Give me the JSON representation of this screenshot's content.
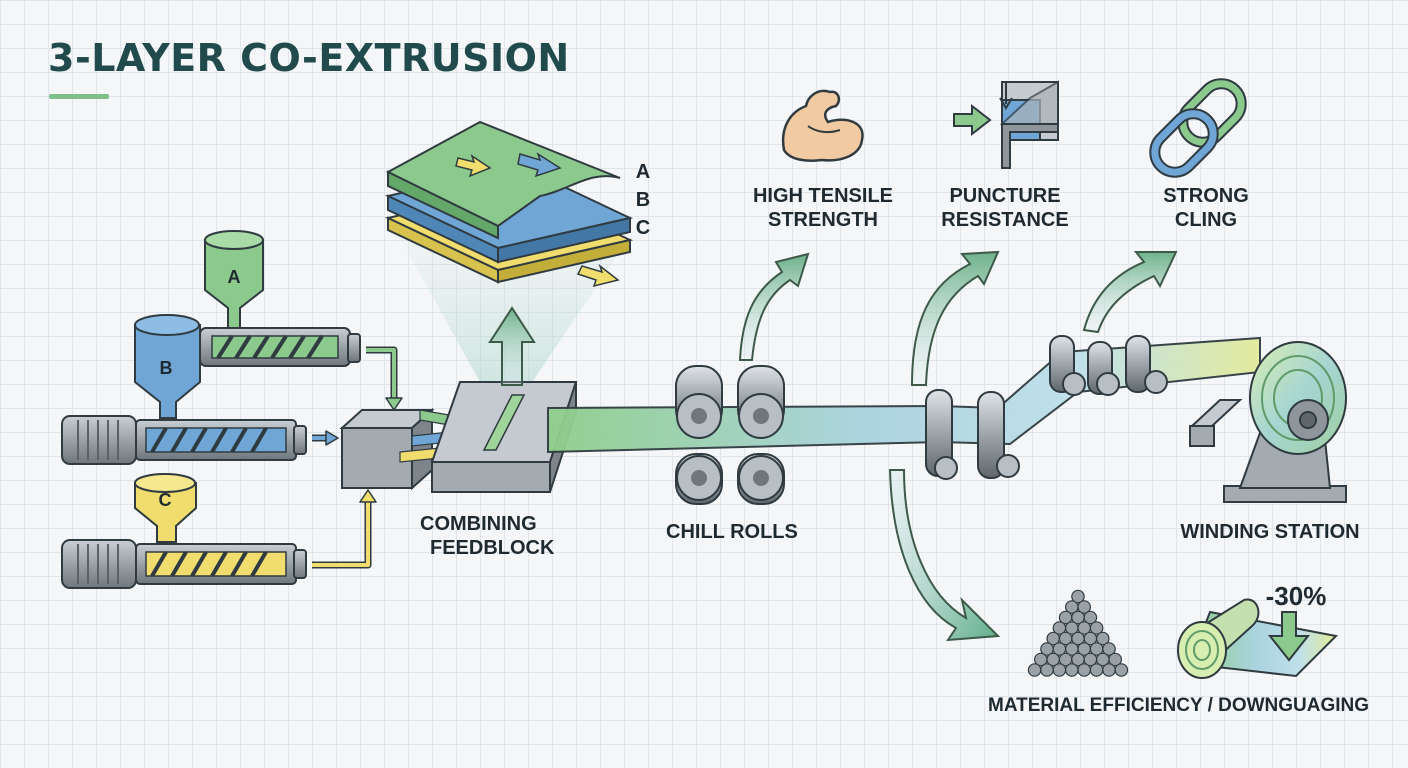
{
  "title": "3-LAYER CO-EXTRUSION",
  "extruders": [
    {
      "label": "A",
      "color": "#8cc98d"
    },
    {
      "label": "B",
      "color": "#6fa6d6"
    },
    {
      "label": "C",
      "color": "#f0dd6e"
    }
  ],
  "layer_labels": [
    "A",
    "B",
    "C"
  ],
  "stages": {
    "feedblock": [
      "COMBINING",
      "FEEDBLOCK"
    ],
    "chill_rolls": "CHILL ROLLS",
    "winding": "WINDING STATION"
  },
  "benefits": [
    {
      "lines": [
        "HIGH TENSILE",
        "STRENGTH"
      ],
      "icon": "flexed-bicep-icon"
    },
    {
      "lines": [
        "PUNCTURE",
        "RESISTANCE"
      ],
      "icon": "puncture-icon"
    },
    {
      "lines": [
        "STRONG",
        "CLING"
      ],
      "icon": "chain-link-icon"
    }
  ],
  "efficiency": {
    "label": "MATERIAL EFFICIENCY / DOWNGUAGING",
    "value": "-30%"
  },
  "colors": {
    "title": "#214a4c",
    "layer_a": "#8cc98d",
    "layer_b": "#6fa6d6",
    "layer_c": "#f0dd6e",
    "steel": "#8e969c"
  }
}
